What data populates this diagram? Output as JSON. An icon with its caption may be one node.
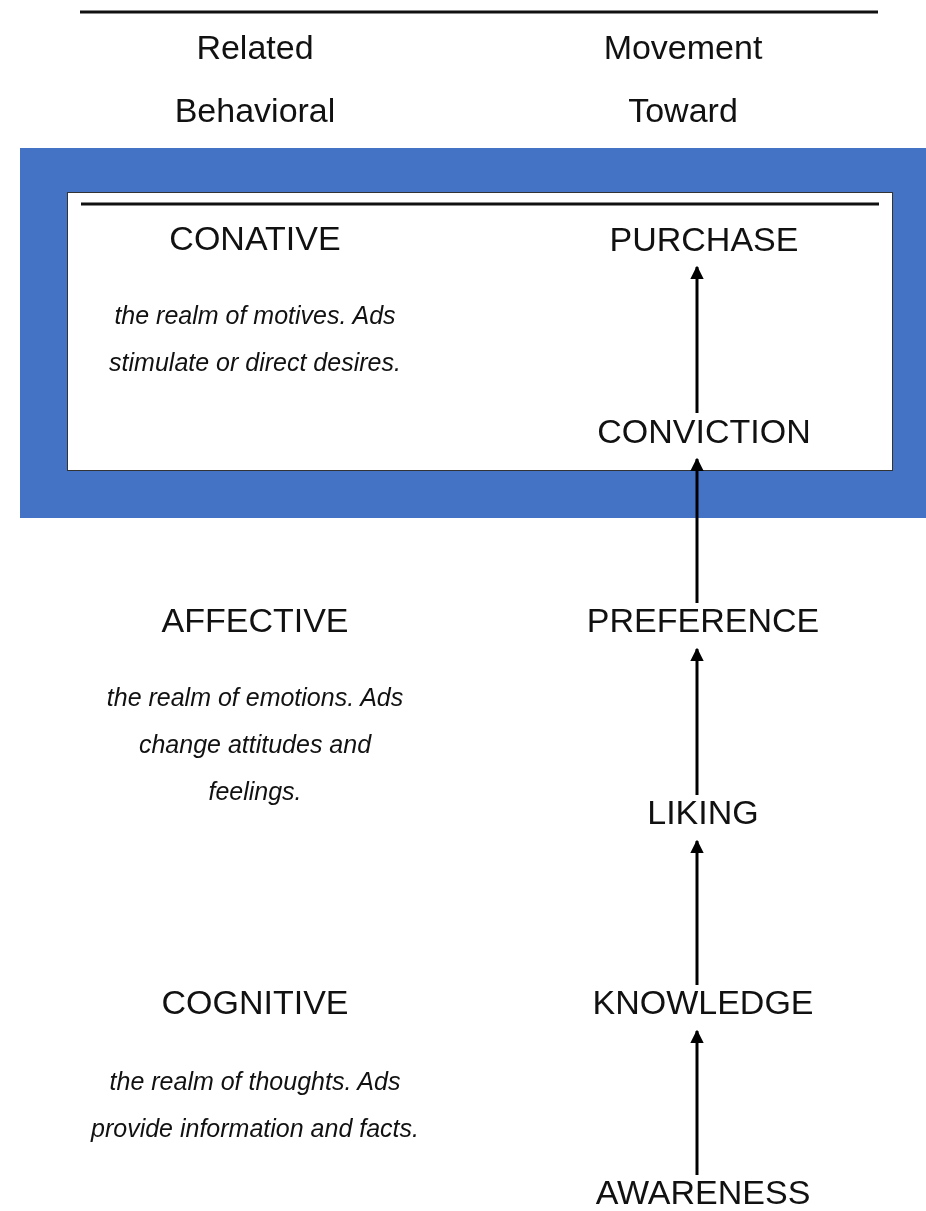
{
  "diagram": {
    "nodes": [
      {
        "text": [],
        "shape": "box"
      },
      {
        "text": [],
        "shape": "box",
        "in": 0
      },
      {
        "text": [
          "PURCHASE"
        ],
        "in": 1
      },
      {
        "text": [
          "CONVICTION"
        ],
        "in": 1
      },
      {
        "text": [
          "PREFERENCE"
        ]
      },
      {
        "text": [
          "LIKING"
        ]
      },
      {
        "text": [
          "KNOWLEDGE"
        ]
      },
      {
        "text": [
          "AWARENESS"
        ]
      }
    ],
    "edges": [
      {
        "from": 3,
        "to": 2,
        "arrow": "to"
      },
      {
        "from": 4,
        "to": 3,
        "arrow": "to"
      },
      {
        "from": 5,
        "to": 4,
        "arrow": "to"
      },
      {
        "from": 6,
        "to": 5,
        "arrow": "to"
      },
      {
        "from": 7,
        "to": 6,
        "arrow": "to"
      }
    ],
    "labels": [
      "Related Behavioral",
      "Movement Toward",
      "CONATIVE",
      "the realm of motives. Ads stimulate or direct desires.",
      "AFFECTIVE",
      "the realm of emotions. Ads change attitudes and feelings.",
      "COGNITIVE",
      "the realm of thoughts. Ads provide information and facts."
    ]
  }
}
